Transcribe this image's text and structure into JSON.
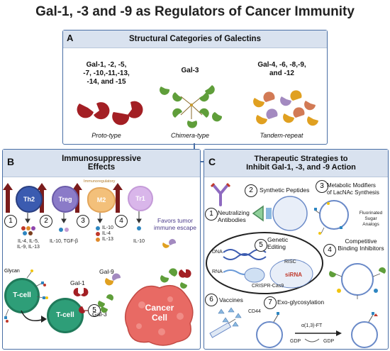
{
  "title": "Gal-1, -3 and -9 as Regulators of Cancer Immunity",
  "panelA": {
    "letter": "A",
    "header": "Structural Categories of Galectins",
    "groups": [
      {
        "members": "Gal-1, -2, -5,\n-7, -10,-11,-13,\n-14, and -15",
        "type": "Proto-type",
        "color": "#a31f24"
      },
      {
        "members": "Gal-3",
        "type": "Chimera-type",
        "color": "#5f9e3a"
      },
      {
        "members": "Gal-4, -6, -8,-9,\nand -12",
        "type": "Tandem-repeat",
        "color": "#e0a020"
      }
    ]
  },
  "panelB": {
    "letter": "B",
    "header": "Immunosuppressive\nEffects",
    "cells": [
      {
        "num": "1",
        "name": "Th2",
        "cytokines": "IL-4, IL-5,\nIL-9, IL-13",
        "color": "#3b5bb0"
      },
      {
        "num": "2",
        "name": "Treg",
        "cytokines": "IL-10, TGF-β",
        "color": "#8b7bc8"
      },
      {
        "num": "3",
        "name": "M2",
        "tag": "Immunoregulatory",
        "cytokines": "IL-10\nIL-4\nIL-13",
        "color": "#f3c07a"
      },
      {
        "num": "4",
        "name": "Tr1",
        "cytokines": "IL-10",
        "color": "#d9b6ea"
      }
    ],
    "favors": "Favors tumor\nimmune escape",
    "glycan": "Glycan",
    "tcell": "T-cell",
    "tcell2": "T-cell",
    "gal1": "Gal-1",
    "gal9": "Gal-9",
    "gal3": "Gal-3",
    "cancer": "Cancer\nCell",
    "step5": "5"
  },
  "panelC": {
    "letter": "C",
    "header": "Therapeutic Strategies to\nInhibit Gal-1, -3, and -9 Action",
    "items": [
      {
        "num": "1",
        "label": "Neutralizing\nAntibodies"
      },
      {
        "num": "2",
        "label": "Synthetic Peptides"
      },
      {
        "num": "3",
        "label": "Metabolic Modifiers\nof LacNAc Synthesis"
      },
      {
        "num": "4",
        "label": "Competitive\nBinding Inhibitors"
      },
      {
        "num": "5",
        "label": "Genetic\nEditing"
      },
      {
        "num": "6",
        "label": "Vaccines"
      },
      {
        "num": "7",
        "label": "Exo-glycosylation"
      }
    ],
    "fluorinated": "Fluorinated\nSugar\nAnalogs",
    "dna": "DNA",
    "rna": "RNA",
    "risc": "RISC",
    "sirna": "siRNA",
    "crispr": "CRISPR-Cas9",
    "cd44": "CD44",
    "gdp1": "GDP",
    "gdp2": "GDP",
    "enzyme": "α(1,3)-FT"
  },
  "colors": {
    "border": "#4a6fa5",
    "header": "#d9e2ef",
    "arrow": "#7b1c1c",
    "cancer": "#e86a64"
  }
}
